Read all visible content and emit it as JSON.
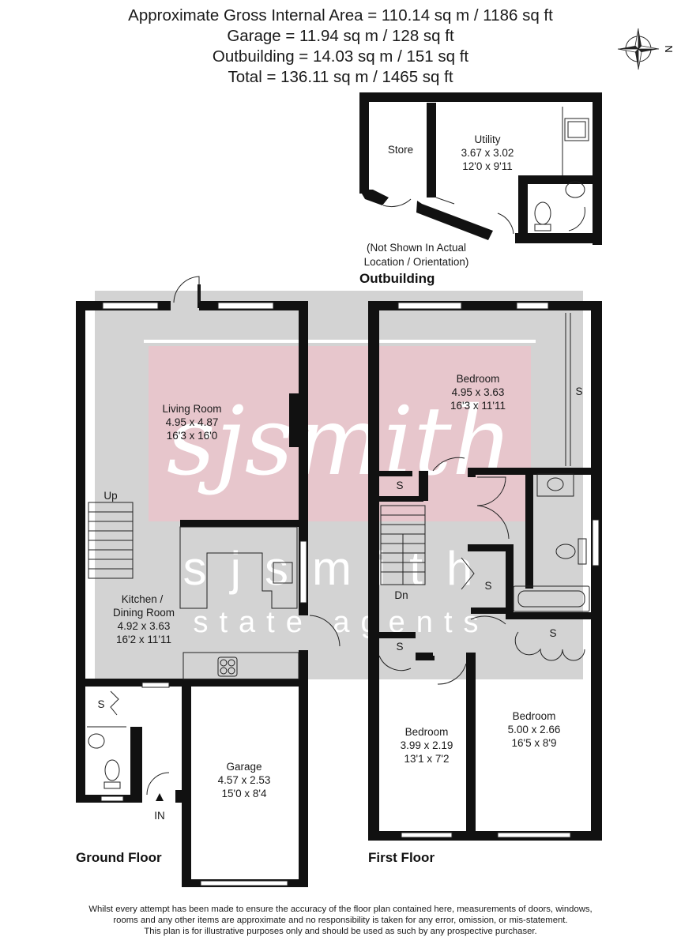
{
  "header": {
    "line1": "Approximate Gross Internal Area = 110.14 sq m / 1186 sq ft",
    "line2": "Garage = 11.94 sq m / 128 sq ft",
    "line3": "Outbuilding = 14.03 sq m / 151 sq ft",
    "line4": "Total = 136.11 sq m / 1465 sq ft"
  },
  "compass": {
    "label": "N"
  },
  "watermark": {
    "logo_text": "sjsmith",
    "text_line1": "sjsmith",
    "text_line2": "state agents"
  },
  "outbuilding": {
    "title": "Outbuilding",
    "note_line1": "(Not Shown In Actual",
    "note_line2": "Location / Orientation)",
    "store": "Store",
    "utility": {
      "name": "Utility",
      "metric": "3.67 x 3.02",
      "imperial": "12'0 x 9'11"
    }
  },
  "ground_floor": {
    "title": "Ground Floor",
    "living": {
      "name": "Living Room",
      "metric": "4.95 x 4.87",
      "imperial": "16'3 x 16'0"
    },
    "kitchen": {
      "name1": "Kitchen /",
      "name2": "Dining Room",
      "metric": "4.92 x 3.63",
      "imperial": "16'2 x 11'11"
    },
    "garage": {
      "name": "Garage",
      "metric": "4.57 x 2.53",
      "imperial": "15'0 x 8'4"
    },
    "stairs": "Up",
    "storage": "S",
    "entrance": "IN"
  },
  "first_floor": {
    "title": "First Floor",
    "bedroom_top": {
      "name": "Bedroom",
      "metric": "4.95 x 3.63",
      "imperial": "16'3 x 11'11"
    },
    "bedroom_mid": {
      "name": "Bedroom",
      "metric": "3.99 x 2.19",
      "imperial": "13'1 x 7'2"
    },
    "bedroom_right": {
      "name": "Bedroom",
      "metric": "5.00 x 2.66",
      "imperial": "16'5 x 8'9"
    },
    "stairs": "Dn",
    "storage": "S"
  },
  "disclaimer": {
    "line1": "Whilst every attempt has been made to ensure the accuracy of the floor plan contained here, measurements of doors, windows,",
    "line2": "rooms and any other items are approximate and no responsibility is taken for any error, omission, or mis-statement.",
    "line3": "This plan is for illustrative purposes only and should be used as such by any prospective purchaser."
  }
}
